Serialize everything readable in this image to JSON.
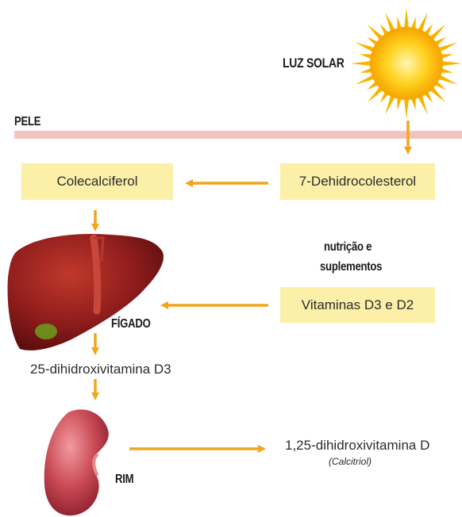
{
  "labels": {
    "sunlight": "LUZ SOLAR",
    "skin": "PELE",
    "liver": "FÍGADO",
    "kidney": "RIM",
    "nutrition_line1": "nutrição e",
    "nutrition_line2": "suplementos"
  },
  "boxes": {
    "cholecalciferol": "Colecalciferol",
    "dehydrocholesterol": "7-Dehidrocolesterol",
    "vitamins": "Vitaminas D3 e D2"
  },
  "compounds": {
    "hydroxyvitamin": "25-dihidroxivitamina D3",
    "final": "1,25-dihidroxivitamina D",
    "final_sub": "(Calcitriol)"
  },
  "colors": {
    "arrow": "#f2a51d",
    "box_fill": "#fcefa7",
    "skin_band": "#f2c4c0",
    "liver": "#8e1c1c",
    "kidney": "#c94a55"
  }
}
